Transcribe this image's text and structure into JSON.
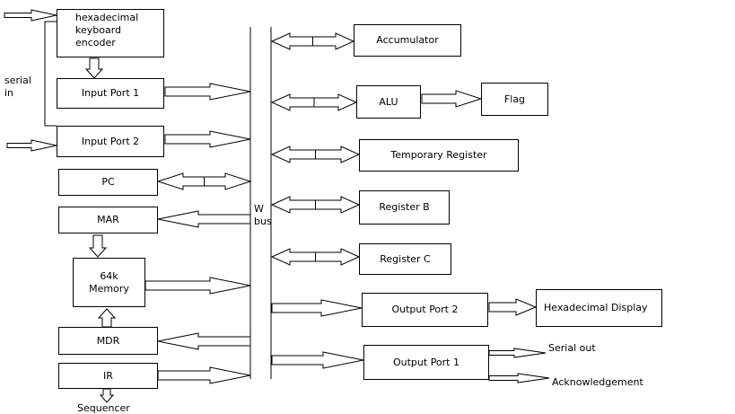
{
  "blocks": {
    "keyboard_encoder": "hexadecimal keyboard encoder",
    "input_port_1": "Input Port 1",
    "input_port_2": "Input Port 2",
    "pc": "PC",
    "mar": "MAR",
    "memory": "64k Memory",
    "mdr": "MDR",
    "ir": "IR",
    "accumulator": "Accumulator",
    "alu": "ALU",
    "flag": "Flag",
    "temporary_register": "Temporary Register",
    "register_b": "Register B",
    "register_c": "Register C",
    "output_port_2": "Output Port 2",
    "hexadecimal_display": "Hexadecimal Display",
    "output_port_1": "Output Port 1"
  },
  "labels": {
    "serial_in_1": "serial",
    "serial_in_2": "in",
    "w_bus_1": "W",
    "w_bus_2": "bus",
    "sequencer": "Sequencer",
    "serial_out": "Serial out",
    "acknowledgement": "Acknowledgement"
  }
}
